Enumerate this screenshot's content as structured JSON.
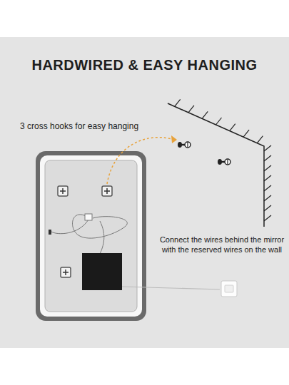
{
  "diagram": {
    "title": "HARDWIRED & EASY HANGING",
    "labels": [
      "3 cross hooks for easy hanging",
      "Connect the wires behind the mirror with the reserved wires on the wall"
    ]
  }
}
